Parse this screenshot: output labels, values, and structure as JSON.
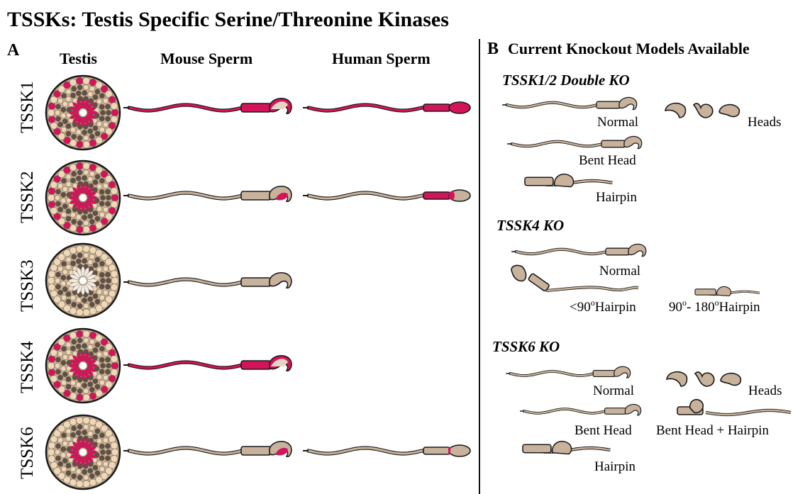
{
  "title": "TSSKs: Testis Specific Serine/Threonine Kinases",
  "panel_a": {
    "letter": "A",
    "columns": [
      "Testis",
      "Mouse Sperm",
      "Human Sperm"
    ],
    "rows": [
      {
        "label": "TSSK1",
        "testis_stain": "full",
        "mouse": "red-whole",
        "human": "red-whole"
      },
      {
        "label": "TSSK2",
        "testis_stain": "full",
        "mouse": "red-head",
        "human": "red-midpiece"
      },
      {
        "label": "TSSK3",
        "testis_stain": "none",
        "mouse": "unstained",
        "human": "none"
      },
      {
        "label": "TSSK4",
        "testis_stain": "full",
        "mouse": "red-whole",
        "human": "none"
      },
      {
        "label": "TSSK6",
        "testis_stain": "center",
        "mouse": "red-head",
        "human": "faint-neck"
      }
    ]
  },
  "panel_b": {
    "letter": "B",
    "title": "Current Knockout Models Available",
    "sections": [
      {
        "title": "TSSK1/2 Double KO",
        "labels": [
          "Normal",
          "Heads",
          "Bent Head",
          "Hairpin"
        ]
      },
      {
        "title": "TSSK4 KO",
        "labels": [
          "Normal",
          "<90",
          "Hairpin",
          "90",
          "- 180",
          "Hairpin"
        ]
      },
      {
        "title": "TSSK6 KO",
        "labels": [
          "Normal",
          "Heads",
          "Bent Head",
          "Bent Head + Hairpin",
          "Hairpin"
        ]
      }
    ]
  },
  "colors": {
    "stain": "#d4145a",
    "sperm_tan": "#c8b29b",
    "outline": "#1a1a1a",
    "testis_bg": "#c5ad92",
    "cell_dark": "#5e5045",
    "cell_light": "#efd8b8"
  }
}
